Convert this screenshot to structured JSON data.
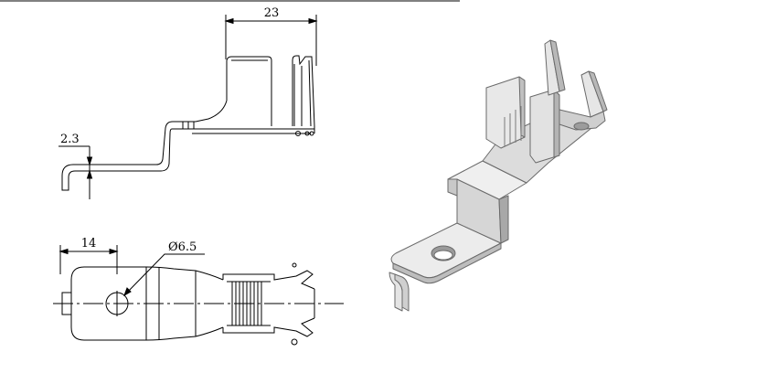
{
  "dimensions": {
    "width_top": "23",
    "thickness": "2.3",
    "offset_bottom": "14",
    "hole_diameter": "Ø6.5"
  },
  "colors": {
    "line": "#000000",
    "background": "#ffffff",
    "metal_light": "#e6e6e6",
    "metal_mid": "#c4c4c4",
    "metal_dark": "#8c8c8c"
  }
}
